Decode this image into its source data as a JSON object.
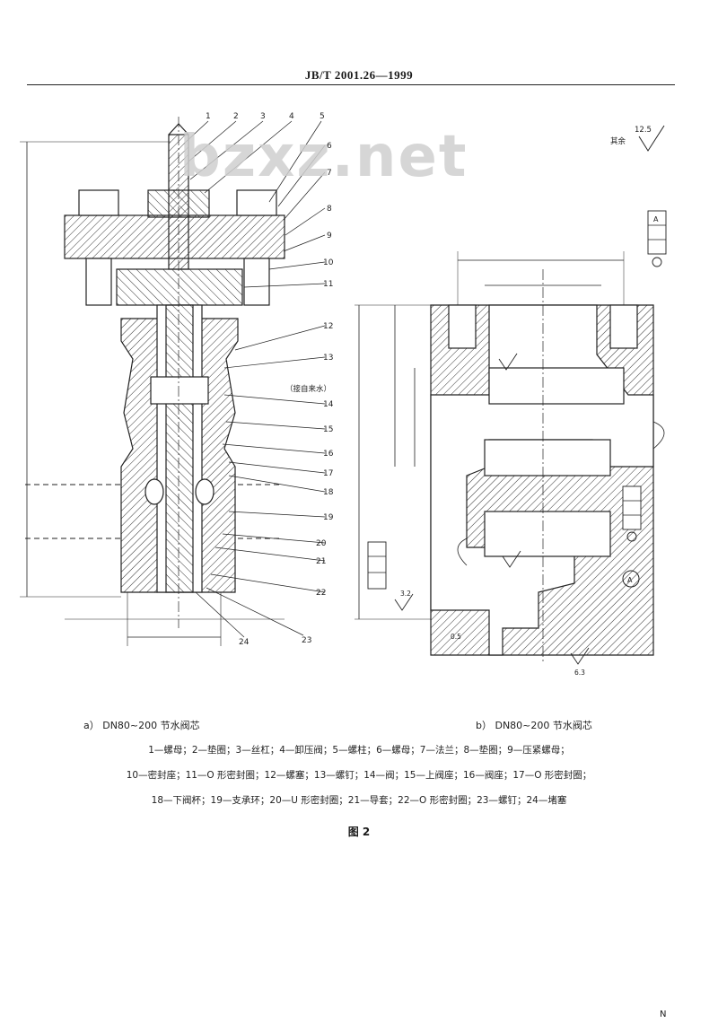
{
  "header": {
    "standard_code": "JB/T 2001.26—1999"
  },
  "watermark": "bzxz.net",
  "figure": {
    "left_caption": "a）  DN80~200 节水阀芯",
    "right_caption": "b）  DN80~200 节水阀芯",
    "roughness_note": "其余",
    "roughness_main": "12.5",
    "right_roughness": [
      "3.2",
      "0.5",
      "6.3"
    ],
    "side_note": "（接自来水）",
    "datum": "A",
    "callouts": [
      "1",
      "2",
      "3",
      "4",
      "5",
      "6",
      "7",
      "8",
      "9",
      "10",
      "11",
      "12",
      "13",
      "14",
      "15",
      "16",
      "17",
      "18",
      "19",
      "20",
      "21",
      "22",
      "23",
      "24"
    ]
  },
  "legend": {
    "line1": "1—螺母；2—垫圈；3—丝杠；4—卸压阀；5—螺柱；6—螺母；7—法兰；8—垫圈；9—压紧螺母；",
    "line2": "10—密封座；11—O 形密封圈；12—螺塞；13—螺钉；14—阀；15—上阀座；16—阀座；17—O 形密封圈；",
    "line3": "18—下阀杯；19—支承环；20—U 形密封圈；21—导套；22—O 形密封圈；23—螺钉；24—堵塞"
  },
  "figure_number": "图 2",
  "page_mark": "N"
}
